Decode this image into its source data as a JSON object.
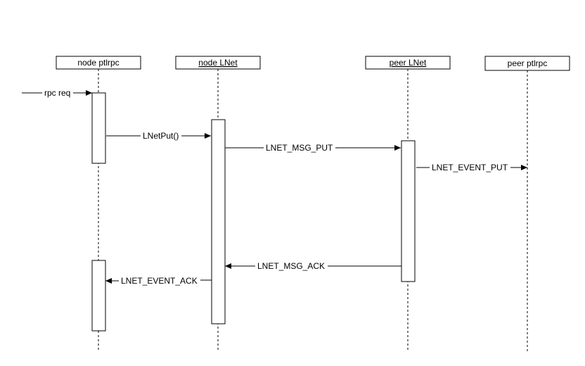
{
  "participants": [
    {
      "label": "node ptlrpc",
      "underlined": false
    },
    {
      "label": "node LNet",
      "underlined": true
    },
    {
      "label": "peer LNet",
      "underlined": true
    },
    {
      "label": "peer ptlrpc",
      "underlined": false
    }
  ],
  "messages": [
    {
      "label": "rpc req"
    },
    {
      "label": "LNetPut()"
    },
    {
      "label": "LNET_MSG_PUT"
    },
    {
      "label": "LNET_EVENT_PUT"
    },
    {
      "label": "LNET_MSG_ACK"
    },
    {
      "label": "LNET_EVENT_ACK"
    }
  ],
  "colors": {
    "line": "#000000",
    "background": "#ffffff",
    "fill": "#ffffff"
  }
}
